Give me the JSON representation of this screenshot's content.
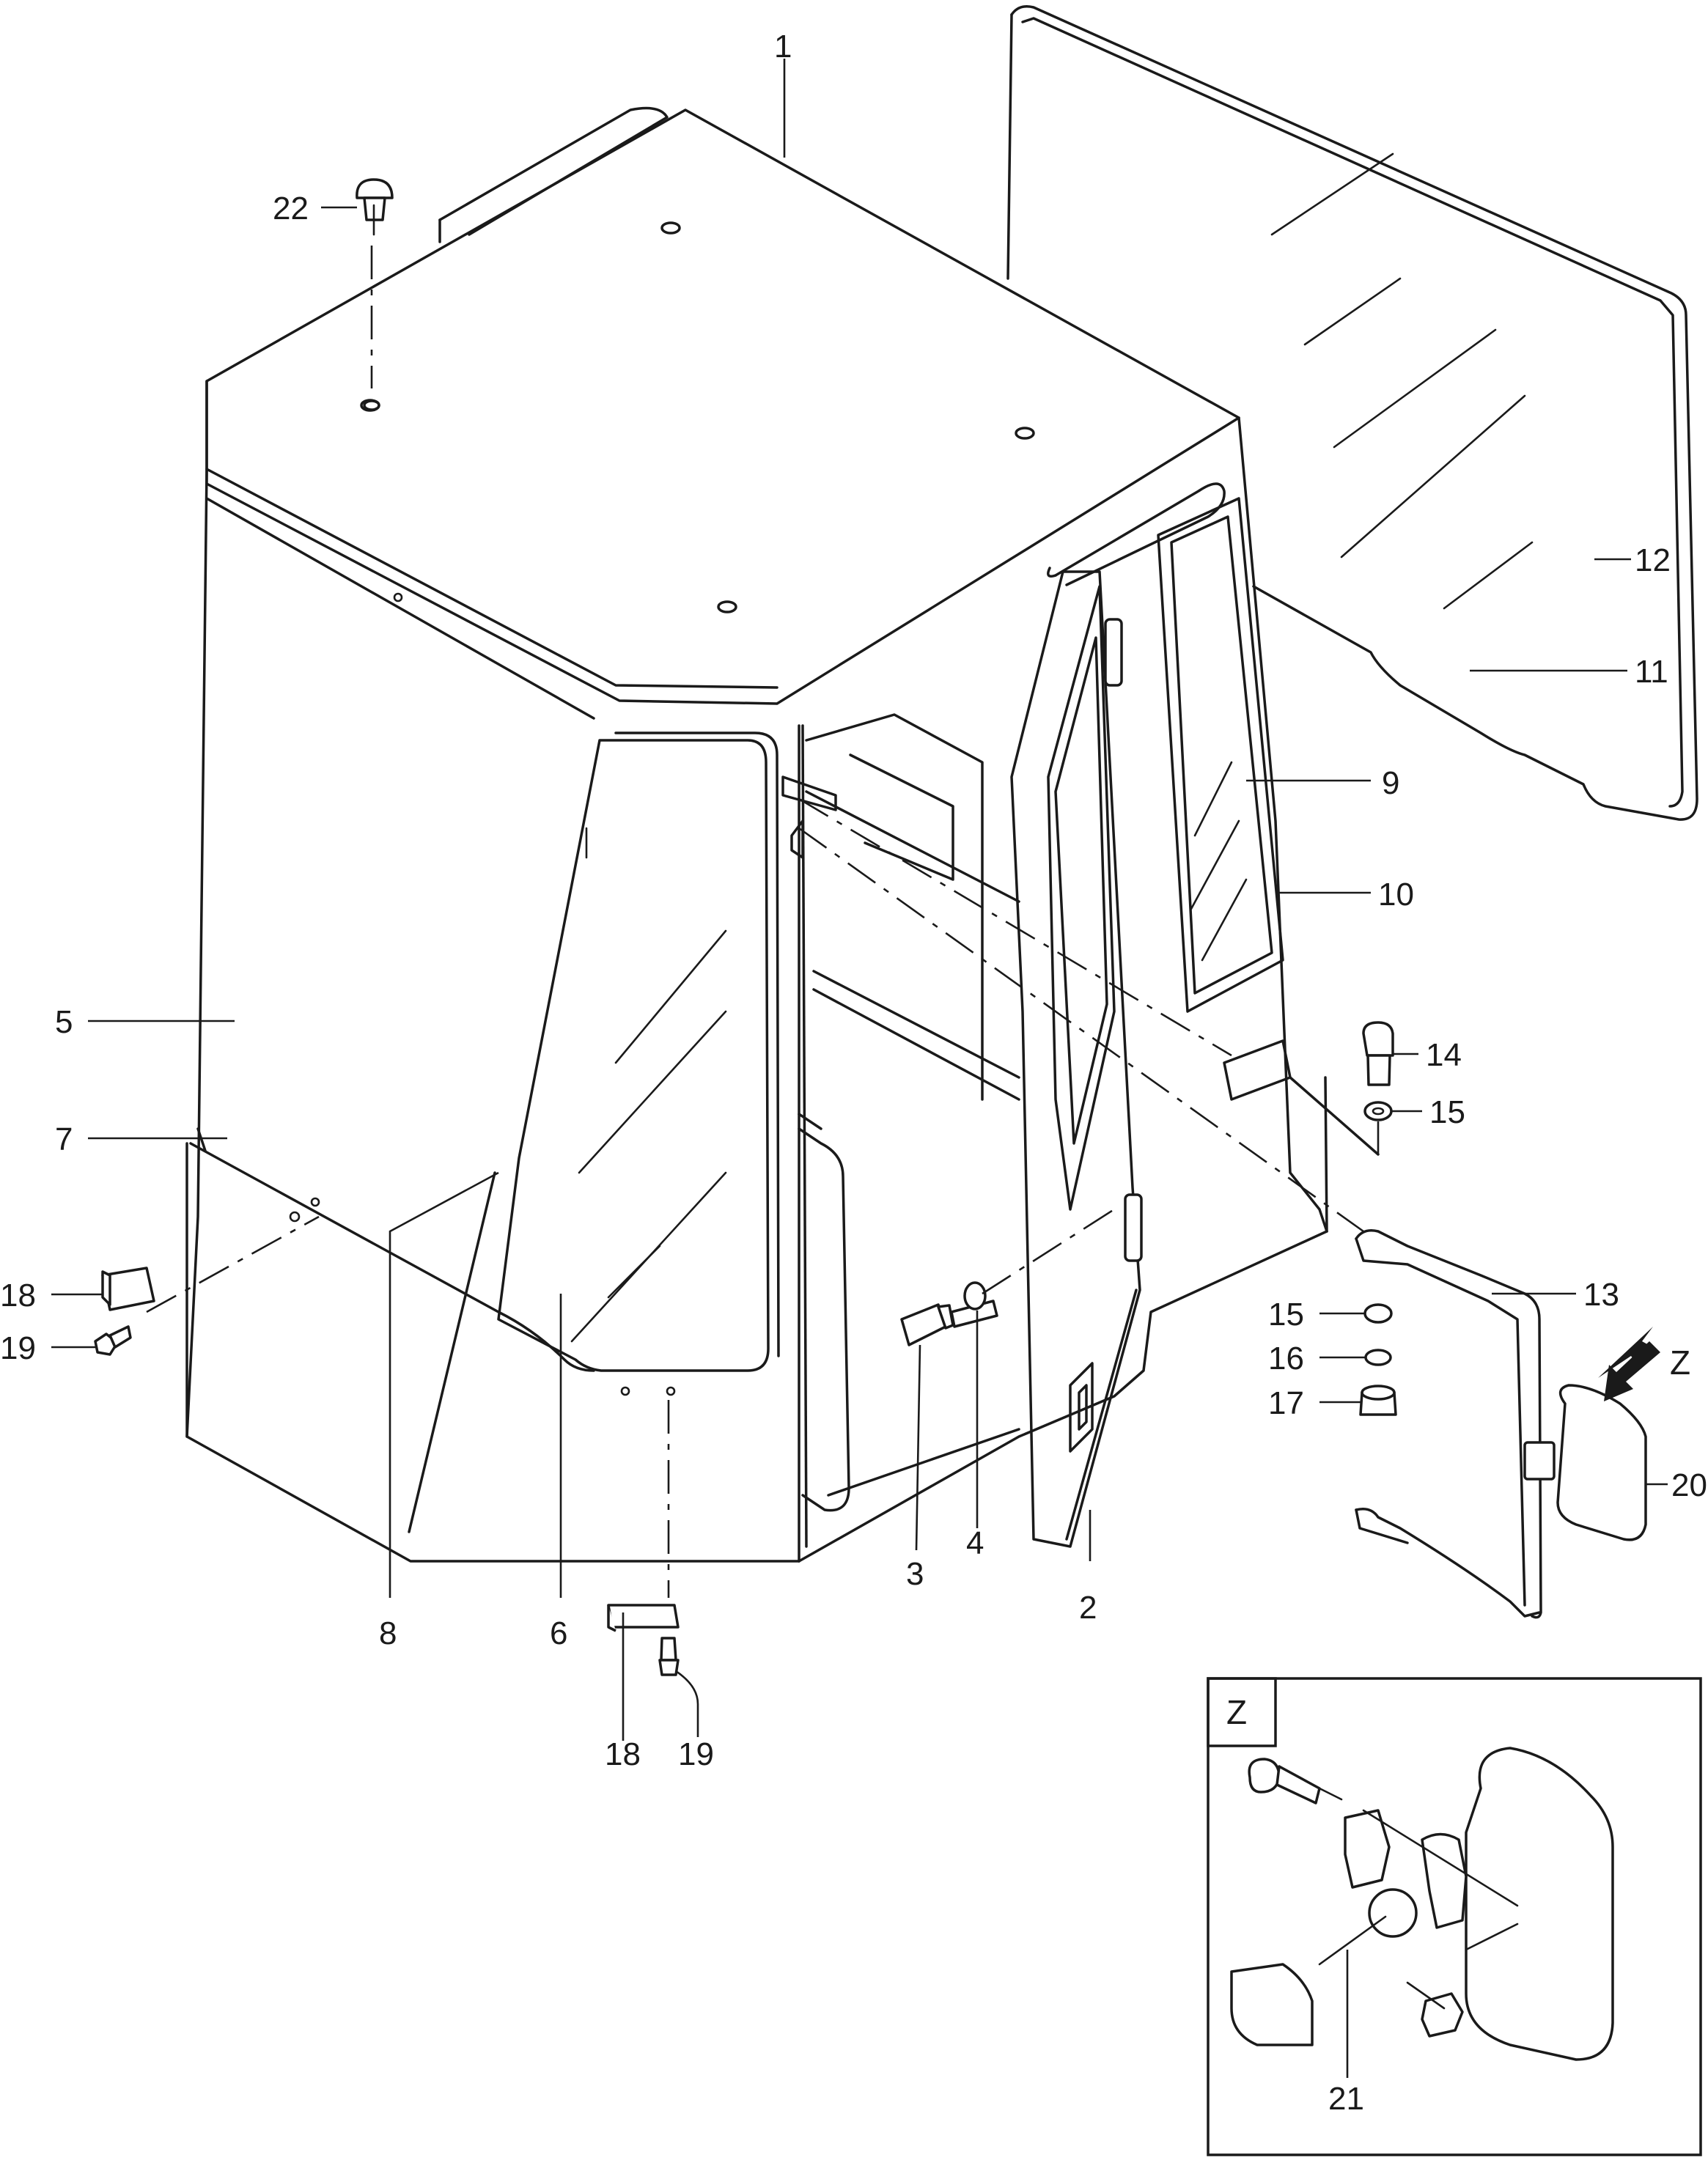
{
  "labels": {
    "p1": "1",
    "p2": "2",
    "p3": "3",
    "p4": "4",
    "p5": "5",
    "p6": "6",
    "p7": "7",
    "p8": "8",
    "p9": "9",
    "p10": "10",
    "p11": "11",
    "p12": "12",
    "p13": "13",
    "p14": "14",
    "p15a": "15",
    "p15b": "15",
    "p16": "16",
    "p17": "17",
    "p18a": "18",
    "p18b": "18",
    "p19a": "19",
    "p19b": "19",
    "p20": "20",
    "p21": "21",
    "p22": "22"
  },
  "view_arrow_label": "Z",
  "detail_label": "Z"
}
